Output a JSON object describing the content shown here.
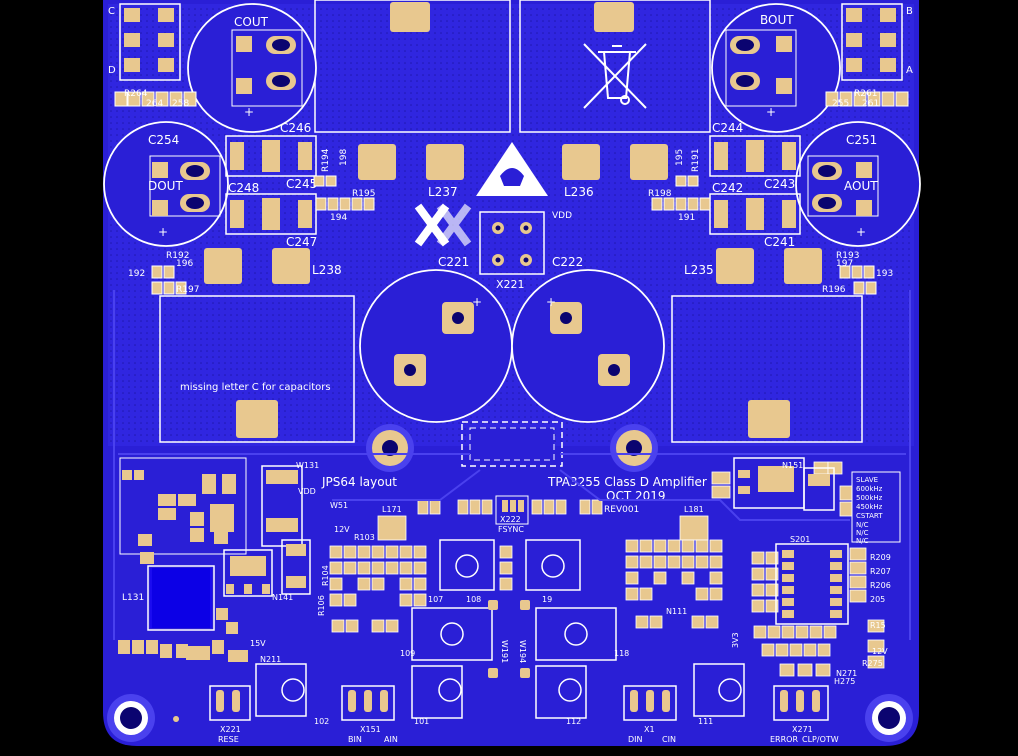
{
  "colors": {
    "background": "#000000",
    "board": "#2a1fd6",
    "board_light": "#4a41ee",
    "silk": "#ffffff",
    "pad": "#e8c88f",
    "pad_dark": "#d9b67a"
  },
  "caps": {
    "cout": "COUT",
    "bout": "BOUT",
    "dout": "DOUT",
    "aout": "AOUT",
    "c254": "C254",
    "c251": "C251",
    "c221": "C221",
    "c222": "C222",
    "c246": "C246",
    "c245": "C245",
    "c248": "C248",
    "c247": "C247",
    "c244": "C244",
    "c243": "C243",
    "c242": "C242",
    "c241": "C241"
  },
  "inductors": {
    "l237": "L237",
    "l236": "L236",
    "l238": "L238",
    "l235": "L235",
    "l171": "L171",
    "l181": "L181",
    "l131": "L131"
  },
  "resistors": {
    "r264": "R264",
    "r264b": "264",
    "r258": "258",
    "r261": "R261",
    "r255": "255",
    "r261b": "261",
    "r194": "R194",
    "r198b": "198",
    "r195": "R195",
    "r194b": "194",
    "r195b": "195",
    "r191": "R191",
    "r198": "R198",
    "r191b": "191",
    "r192": "R192",
    "r196b": "196",
    "r192b": "192",
    "r197": "R197",
    "r193": "R193",
    "r197b": "197",
    "r196": "R196",
    "r193b": "193"
  },
  "labels": {
    "corner_c": "C",
    "corner_d": "D",
    "corner_b": "B",
    "corner_a": "A",
    "vdd": "VDD",
    "x221": "X221",
    "note_capacitors": "missing letter C for capacitors",
    "jps64": "JPS64 layout",
    "title_line1": "TPA3255 Class D Amplifier",
    "title_line2": "OCT 2019",
    "rev": "REV001",
    "x222": "X222",
    "fsync": "FSYNC",
    "n151": "N151",
    "w131": "W131",
    "vdd_small": "VDD",
    "w51": "W51",
    "v12": "12V",
    "n141": "N141",
    "n211": "N211",
    "n111": "N111",
    "w191": "W191",
    "w194": "W194",
    "v15": "15V",
    "v12b": "12V",
    "v3v3": "3V3",
    "r275": "R275",
    "h275": "H275",
    "n271": "N271",
    "s201": "S201",
    "r209": "R209",
    "r207": "R207",
    "r206": "R206",
    "r205": "205",
    "r151": "R15",
    "freq_list": [
      "SLAVE",
      "600kHz",
      "500kHz",
      "450kHz",
      "CSTART",
      "N/C",
      "N/C",
      "N/C"
    ]
  },
  "connectors": {
    "x221b": "X221",
    "rese": "RESE",
    "x151": "X151",
    "bin": "BIN",
    "ain": "AIN",
    "x111": "X1",
    "din": "DIN",
    "cin": "CIN",
    "x271": "X271",
    "error": "ERROR",
    "clip": "CLP/OTW"
  },
  "blocks": {
    "b102": "102",
    "b101": "101",
    "b112": "112",
    "b111": "111",
    "b108": "108",
    "b19": "19",
    "b109": "109",
    "b118": "118",
    "b107": "107",
    "b103": "R103",
    "b104": "R104",
    "b106": "R106"
  }
}
